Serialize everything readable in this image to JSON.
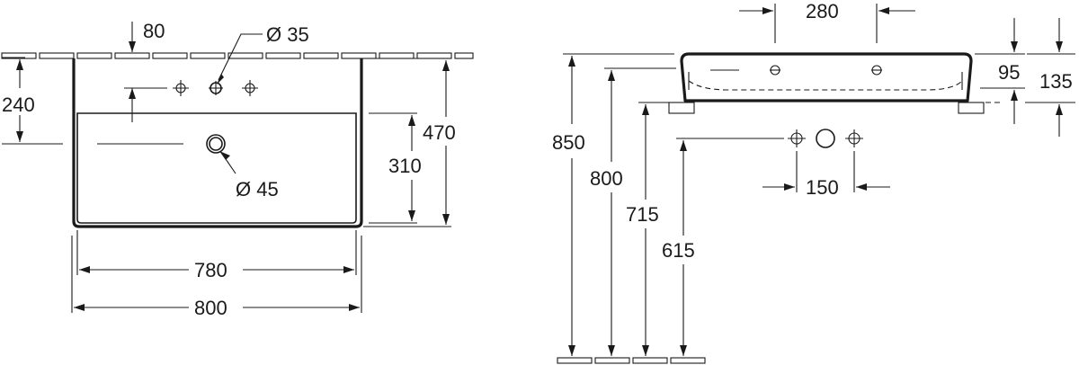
{
  "top_view": {
    "labels": {
      "dim_80": "80",
      "dim_35": "Ø 35",
      "dim_240": "240",
      "dim_470": "470",
      "dim_310": "310",
      "dim_45": "Ø 45",
      "dim_780": "780",
      "dim_800": "800"
    }
  },
  "side_view": {
    "labels": {
      "dim_280": "280",
      "dim_95": "95",
      "dim_135": "135",
      "dim_850": "850",
      "dim_800": "800",
      "dim_715": "715",
      "dim_615": "615",
      "dim_150": "150"
    }
  }
}
